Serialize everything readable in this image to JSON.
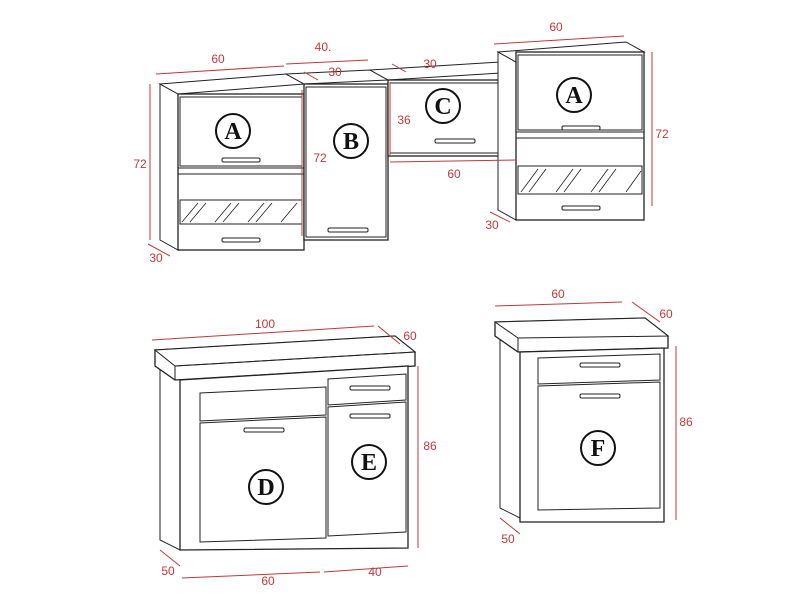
{
  "cabinet_labels": {
    "a1": "A",
    "b": "B",
    "c": "C",
    "a2": "A",
    "d": "D",
    "e": "E",
    "f": "F"
  },
  "dimensions": {
    "top_a1_width": "60",
    "top_b_width": "40.",
    "top_b_depth": "30",
    "top_c_depth": "30",
    "top_a2_width": "60",
    "left_height": "72",
    "left_depth": "30",
    "b_height": "72",
    "c_height": "36",
    "c_width": "60",
    "right_height": "72",
    "right_depth": "30",
    "base_d_width": "100",
    "base_d_depth": "60",
    "base_d_height": "86",
    "base_d_side_depth": "50",
    "base_d_door_width": "60",
    "base_e_width": "40",
    "base_f_width": "60",
    "base_f_depth": "60",
    "base_f_height": "86",
    "base_f_side_depth": "50"
  },
  "colors": {
    "dimension": "#c0393b",
    "outline": "#222222"
  }
}
